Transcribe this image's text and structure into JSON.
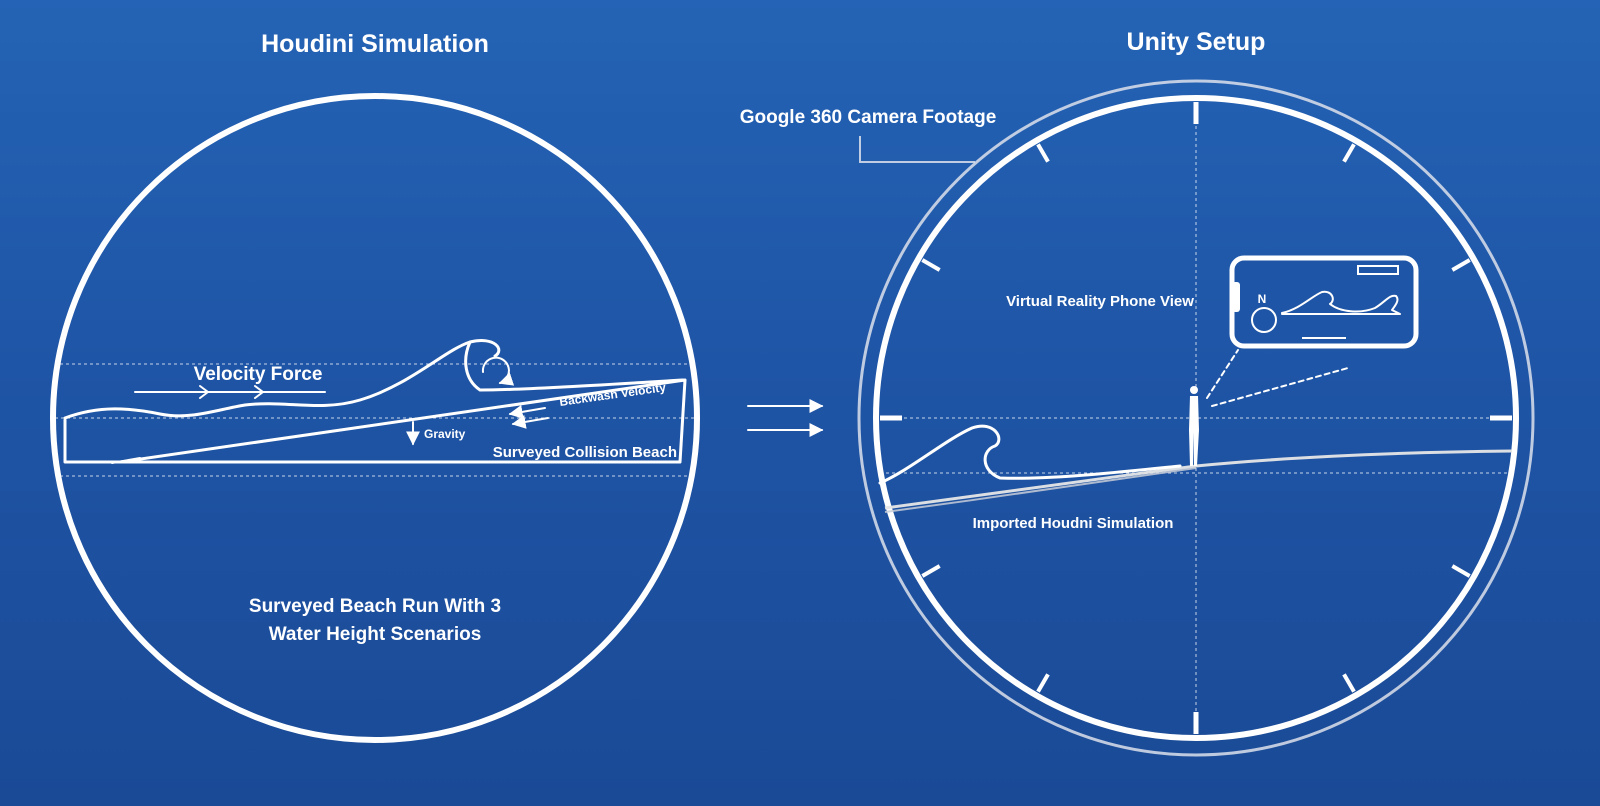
{
  "left_panel": {
    "title": "Houdini Simulation",
    "velocity_label": "Velocity Force",
    "backwash_label": "Backwash Velocity",
    "gravity_label": "Gravity",
    "beach_label": "Surveyed Collision Beach",
    "caption_line1": "Surveyed Beach Run With 3",
    "caption_line2": "Water Height Scenarios"
  },
  "right_panel": {
    "title": "Unity Setup",
    "footage_label": "Google 360 Camera Footage",
    "phone_label": "Virtual Reality Phone View",
    "compass_label": "N",
    "import_label": "Imported Houdni Simulation"
  },
  "icons": [
    "wave-icon",
    "person-icon",
    "phone-icon",
    "arrow-icon",
    "rotation-icon"
  ],
  "colors": {
    "background": "#1f55a6",
    "line": "#ffffff"
  }
}
